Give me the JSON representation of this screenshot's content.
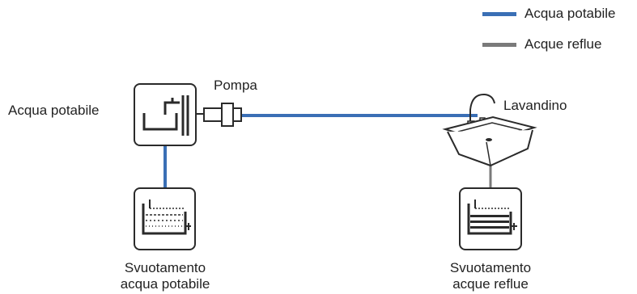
{
  "legend": [
    {
      "label": "Acqua potabile",
      "color": "#3a6fb5"
    },
    {
      "label": "Acque reflue",
      "color": "#7a7a7a"
    }
  ],
  "nodes": {
    "tank_label": "Acqua potabile",
    "pump_label": "Pompa",
    "sink_label": "Lavandino",
    "drain_potable_label_line1": "Svuotamento",
    "drain_potable_label_line2": "acqua potabile",
    "drain_waste_label_line1": "Svuotamento",
    "drain_waste_label_line2": "acque reflue"
  },
  "colors": {
    "potable_pipe": "#3a6fb5",
    "waste_pipe": "#7a7a7a",
    "icon_stroke": "#2a2a2a"
  }
}
